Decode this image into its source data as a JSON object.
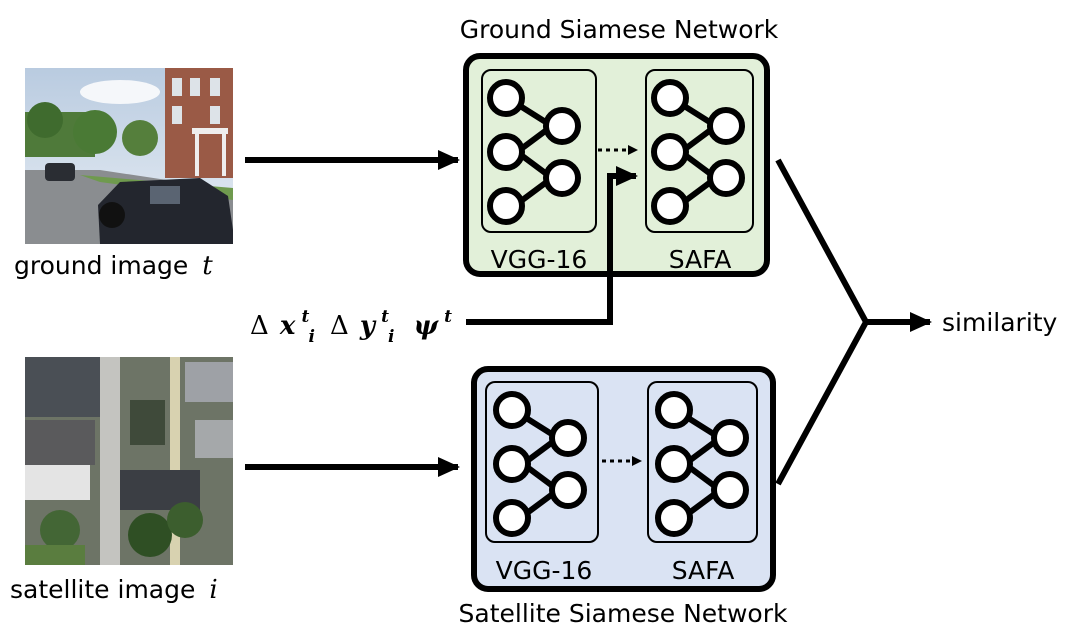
{
  "diagram": {
    "ground_image_label": "ground image",
    "ground_image_var": "t",
    "satellite_image_label": "satellite image",
    "satellite_image_var": "i",
    "ground_network_title": "Ground Siamese Network",
    "satellite_network_title": "Satellite Siamese Network",
    "backbone_label": "VGG-16",
    "aggregator_label": "SAFA",
    "output_label": "similarity",
    "orientation_input": {
      "delta": "Δ",
      "x": "x",
      "y": "y",
      "psi": "ψ",
      "sub": "i",
      "sup": "t"
    },
    "colors": {
      "ground_network_fill": "#e2f0d9",
      "satellite_network_fill": "#dae3f3",
      "stroke": "#000000"
    }
  }
}
